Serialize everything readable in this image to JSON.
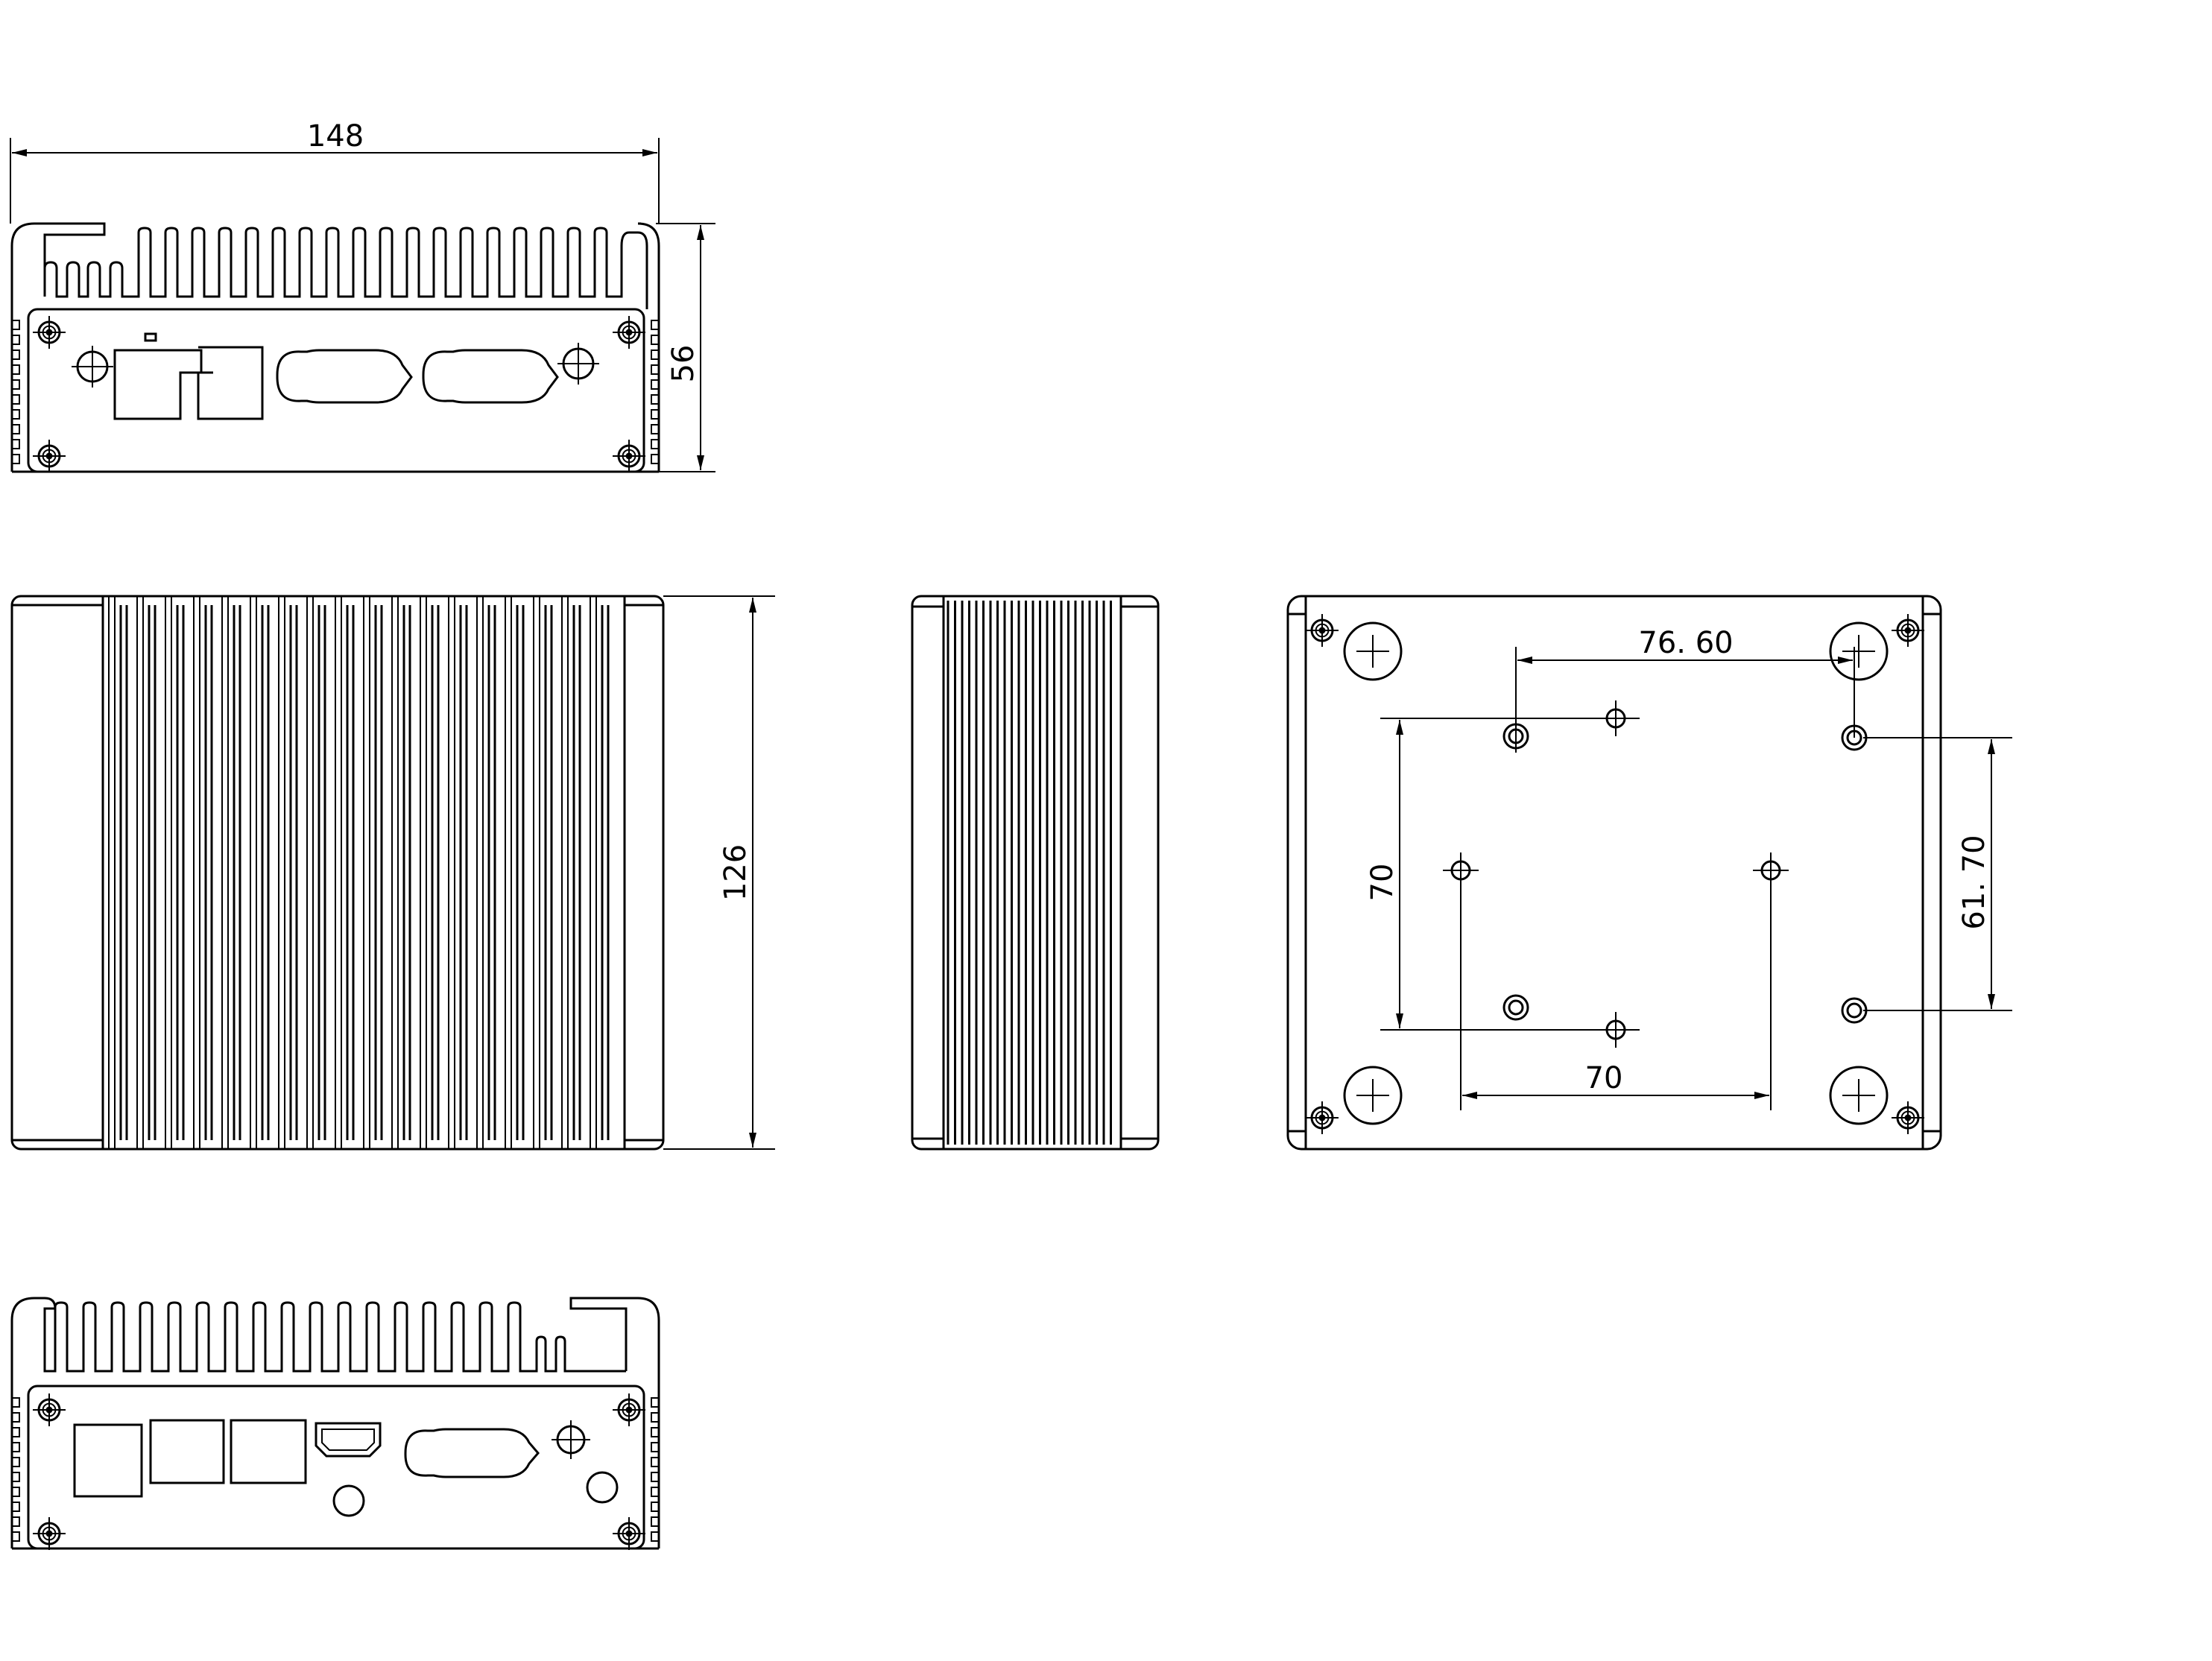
{
  "dimensions": {
    "width": "148",
    "height": "56",
    "depth": "126",
    "hole_spacing_x": "76. 60",
    "hole_spacing_y": "61. 70",
    "vesa_x": "70",
    "vesa_y": "70"
  },
  "colors": {
    "line": "#000000",
    "background": "#ffffff"
  }
}
